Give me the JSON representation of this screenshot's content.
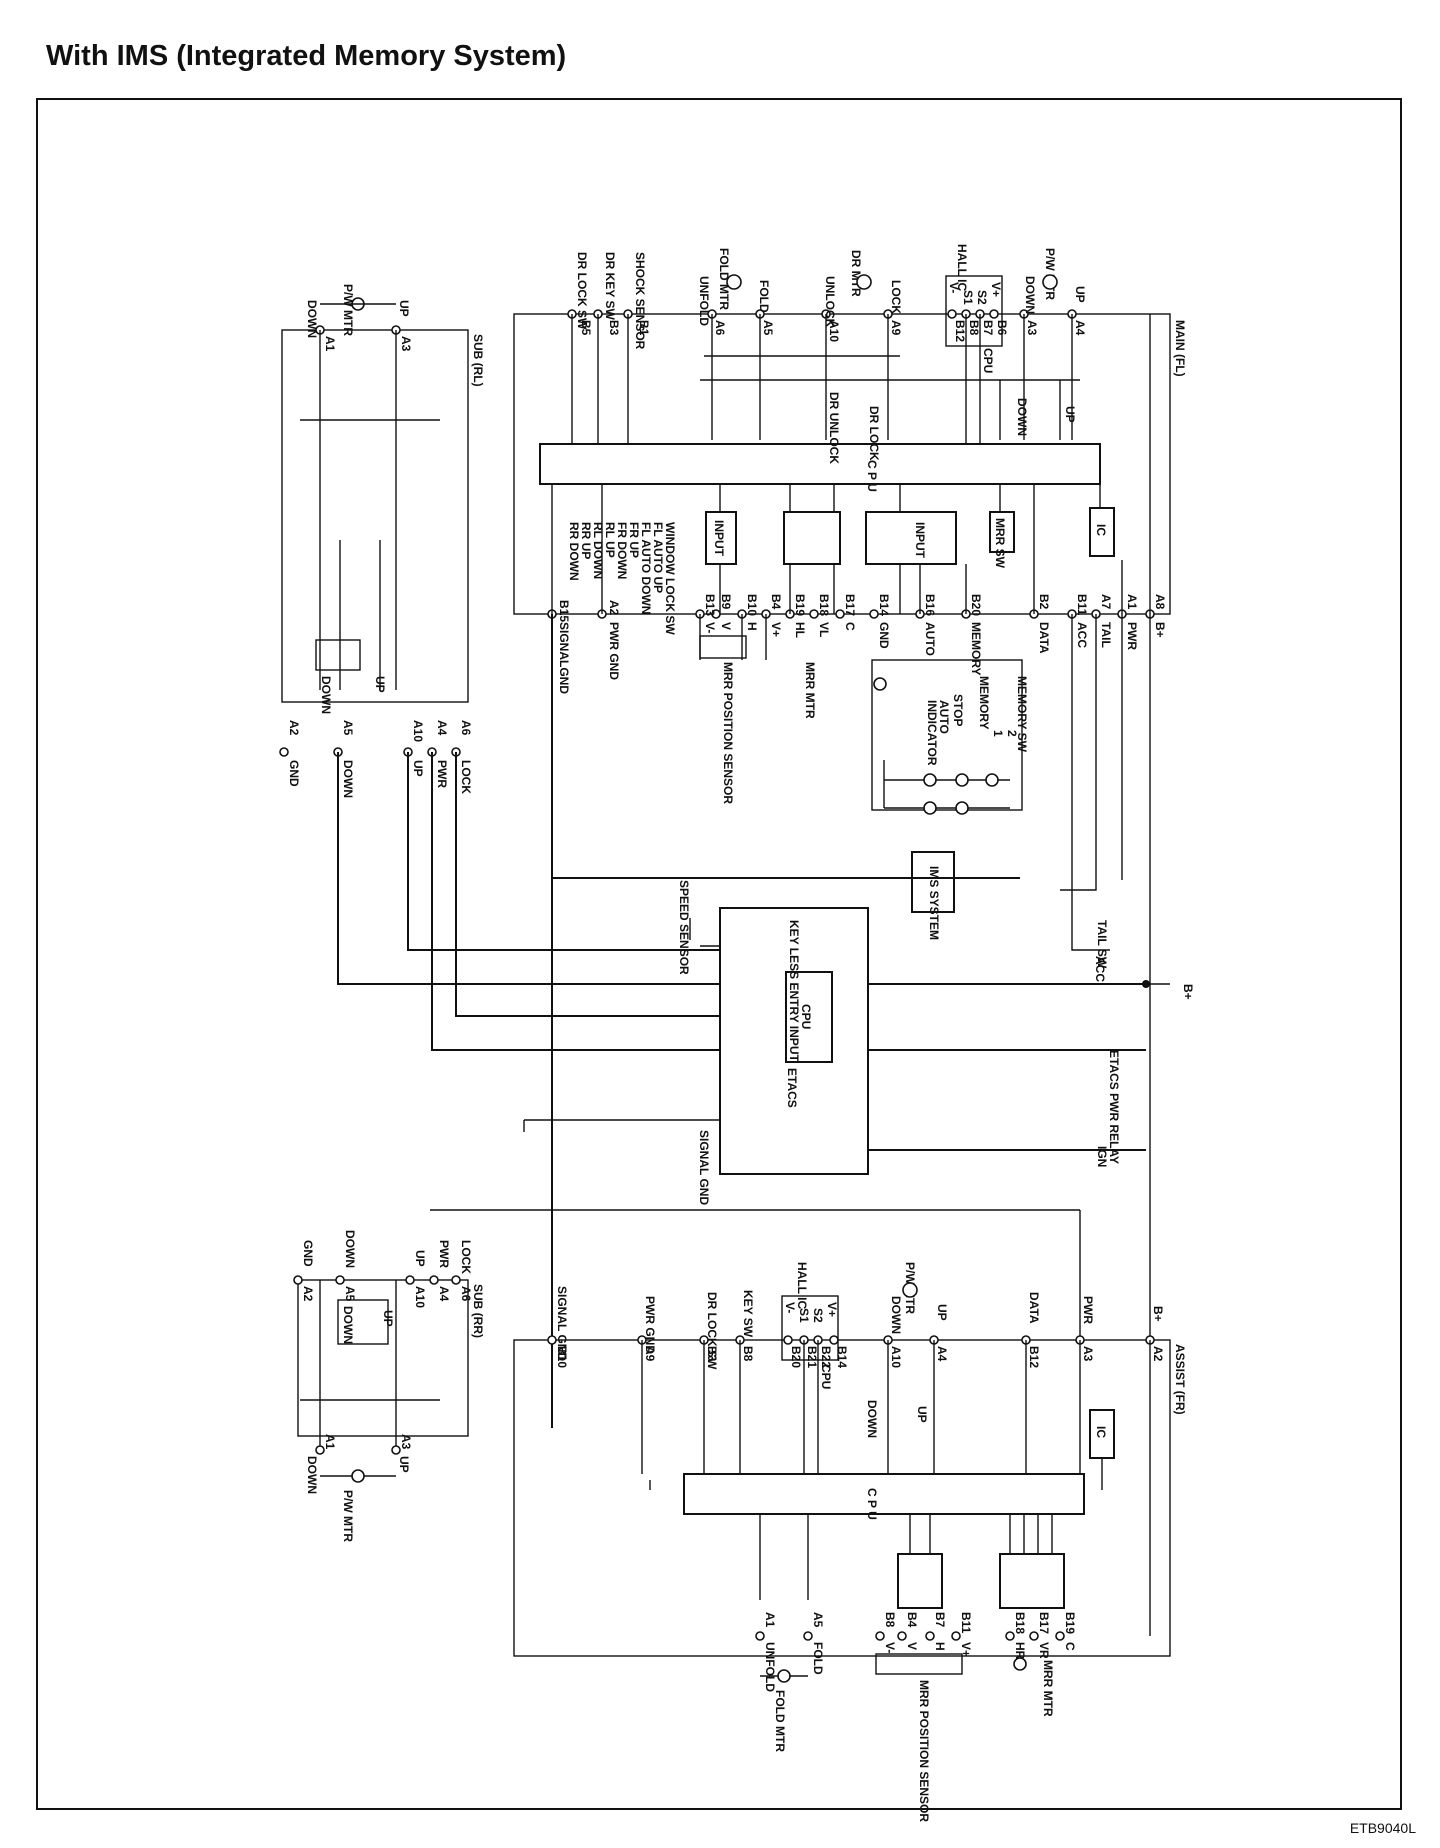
{
  "page": {
    "title": "With IMS (Integrated Memory System)",
    "code": "ETB9040L"
  },
  "main_fl": {
    "name": "MAIN (FL)",
    "cpu": "C P U",
    "input1": "INPUT",
    "input2": "INPUT",
    "ic": "IC",
    "mrr_sw": "MRR SW",
    "top_labels": [
      "SHOCK SENSOR",
      "DR KEY SW",
      "DR LOCK SW",
      "FOLD MTR",
      "UNFOLD",
      "FOLD",
      "DR MTR",
      "UNLOCK",
      "LOCK",
      "HALL IC",
      "P/W MTR",
      "DOWN",
      "UP"
    ],
    "top_pins": [
      "B1",
      "B3",
      "B5",
      "A6",
      "A5",
      "A10",
      "A9",
      "B12",
      "B8",
      "B7",
      "B6",
      "A3",
      "A4"
    ],
    "hall_pins": [
      "V-",
      "S1",
      "S2",
      "V+",
      "CPU"
    ],
    "relay_labels": [
      "DR UNLOCK",
      "DR LOCK",
      "DOWN",
      "UP"
    ],
    "window_lock_labels": [
      "WINDOW LOCK SW",
      "FL AUTO UP",
      "FL AUTO DOWN",
      "FR UP",
      "FR DOWN",
      "RL UP",
      "RL DOWN",
      "RR UP",
      "RR DOWN"
    ],
    "bottom_pins": [
      "B15",
      "A2",
      "B13",
      "B9",
      "B10",
      "B4",
      "B19",
      "B18",
      "B17",
      "B14",
      "B16",
      "B20",
      "B2",
      "B11",
      "A7",
      "A1",
      "A8"
    ],
    "bottom_labels": [
      "SIGNALGND",
      "PWR GND",
      "V-",
      "V",
      "H",
      "V+",
      "HL",
      "VL",
      "C",
      "GND",
      "AUTO",
      "MEMORY",
      "DATA",
      "ACC",
      "TAIL",
      "PWR",
      "B+"
    ],
    "mrr_position_sensor": "MRR POSITION SENSOR",
    "mrr_mtr": "MRR MTR",
    "memory_sw": "MEMORY SW",
    "memory_items": [
      "MEMORY",
      "1",
      "2",
      "STOP",
      "AUTO",
      "INDICATOR"
    ]
  },
  "sub_rl": {
    "name": "SUB (RL)",
    "mtr": "P/W MTR",
    "down": "DOWN",
    "up": "UP",
    "top_pins": [
      "A1",
      "A3"
    ],
    "pins": [
      "A2",
      "A5",
      "A10",
      "A4",
      "A6"
    ],
    "labels": [
      "GND",
      "DOWN",
      "UP",
      "PWR",
      "LOCK"
    ]
  },
  "etacs": {
    "name": "ETACS",
    "cpu": "CPU",
    "keyless": "KEY LESS ENTRY INPUT",
    "speed_sensor": "SPEED SENSOR",
    "signal_gnd": "SIGNAL GND",
    "ims_system": "IMS SYSTEM",
    "tail_sw": "TAIL SW",
    "acc": "ACC",
    "b_plus": "B+",
    "pwr_relay": "ETACS PWR RELAY",
    "ign": "IGN"
  },
  "sub_rr": {
    "name": "SUB (RR)",
    "mtr": "P/W MTR",
    "down": "DOWN",
    "up": "UP",
    "top_pins": [
      "A2",
      "A5",
      "A10",
      "A4",
      "A6"
    ],
    "labels": [
      "GND",
      "DOWN",
      "UP",
      "PWR",
      "LOCK"
    ],
    "bottom_pins": [
      "A1",
      "A3"
    ]
  },
  "assist_fr": {
    "name": "ASSIST (FR)",
    "cpu": "C P U",
    "ic": "IC",
    "top_labels": [
      "SIGNAL GND",
      "PWR GND",
      "DR LOCK SW",
      "KEY SW",
      "HALL IC",
      "P/W MTR",
      "DOWN",
      "UP",
      "DATA",
      "PWR",
      "B+"
    ],
    "top_pins": [
      "B10",
      "A9",
      "B3",
      "B8",
      "B20",
      "B21",
      "B22",
      "B14",
      "A10",
      "A4",
      "B12",
      "A3",
      "A2"
    ],
    "hall_pins": [
      "V-",
      "S1",
      "S2",
      "V+",
      "CPU"
    ],
    "bottom_pins": [
      "A1",
      "A5",
      "B8",
      "B4",
      "B7",
      "B11",
      "B18",
      "B17",
      "B19"
    ],
    "bottom_labels": [
      "UNFOLD",
      "FOLD",
      "V-",
      "V",
      "H",
      "V+",
      "HR",
      "VR",
      "C"
    ],
    "fold_mtr": "FOLD MTR",
    "mrr_position_sensor": "MRR POSITION SENSOR",
    "mrr_mtr": "MRR MTR",
    "relay_labels": [
      "DOWN",
      "UP"
    ]
  }
}
